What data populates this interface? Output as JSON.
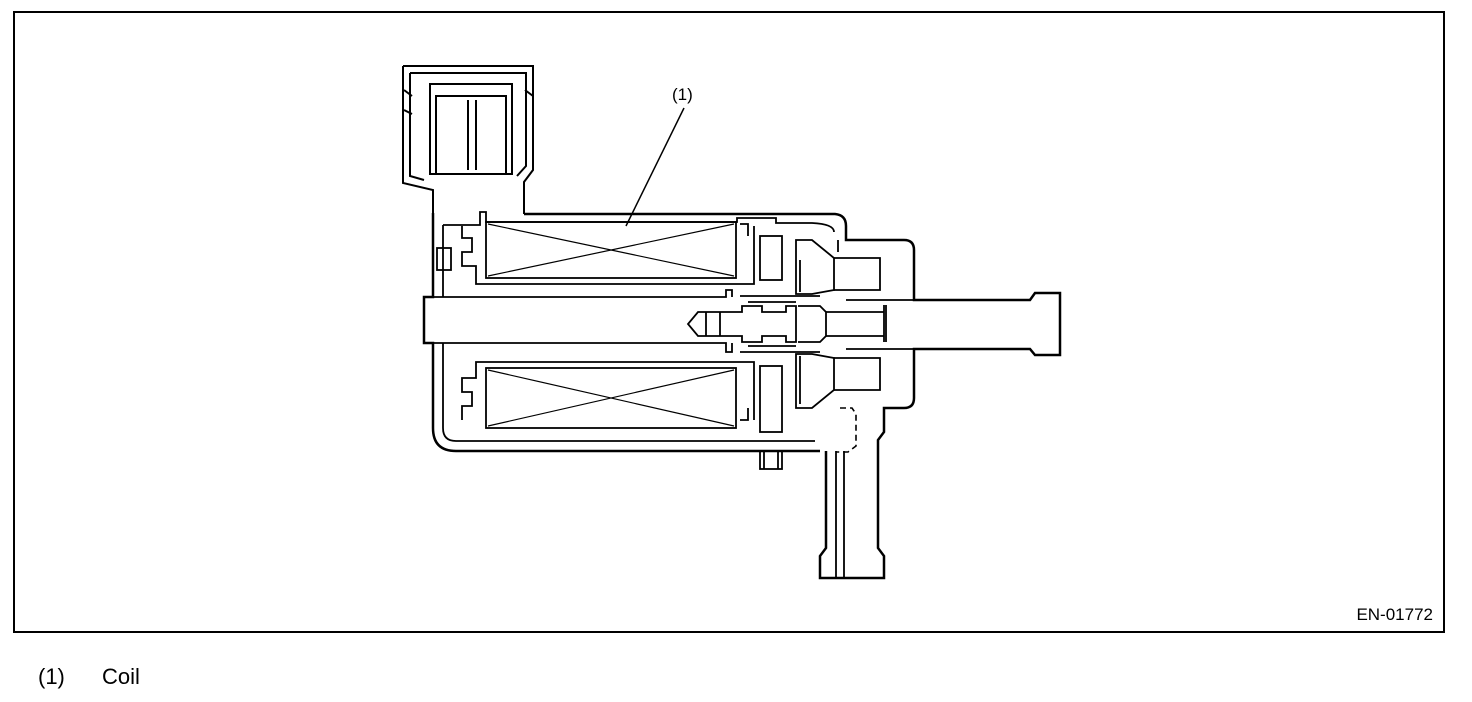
{
  "figure": {
    "code": "EN-01772",
    "callouts": [
      {
        "label": "(1)",
        "target": "coil"
      }
    ]
  },
  "legend": [
    {
      "num": "(1)",
      "text": "Coil"
    }
  ]
}
